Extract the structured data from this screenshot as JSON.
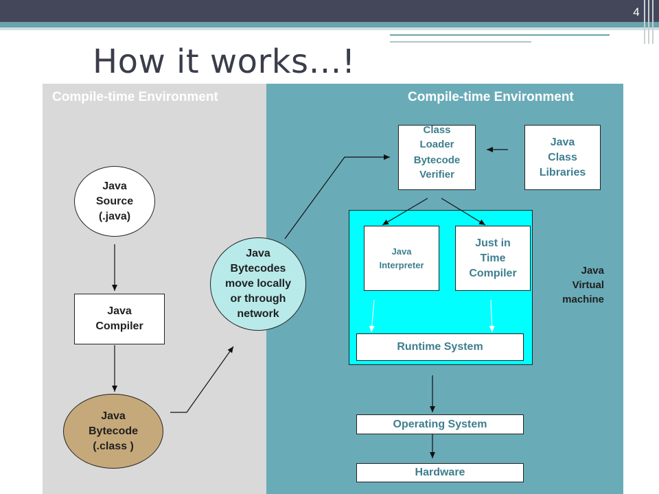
{
  "slide": {
    "page_number": "4",
    "title": "How it works…!"
  },
  "panels": {
    "left_header": "Compile-time Environment",
    "right_header": "Compile-time Environment"
  },
  "nodes": {
    "java_source": "Java\nSource\n(.java)",
    "java_compiler": "Java\nCompiler",
    "java_bytecode": "Java\nBytecode\n(.class )",
    "bytecodes_move": "Java\nBytecodes\nmove locally\nor through\nnetwork",
    "class_loader": "Class\nLoader",
    "bytecode_verifier": "Bytecode\nVerifier",
    "java_class_libraries": "Java\nClass\nLibraries",
    "java_interpreter": "Java\nInterpreter",
    "jit_compiler": "Just in\nTime\nCompiler",
    "java_virtual_machine": "Java\nVirtual\nmachine",
    "runtime_system": "Runtime System",
    "operating_system": "Operating System",
    "hardware": "Hardware"
  },
  "colors": {
    "left_panel": "#d9d9d9",
    "right_panel": "#6aabb8",
    "jvm_area": "#00ffff",
    "bytecode_node": "#c6a97a",
    "bytecodes_move_node": "#b8eaea",
    "text_accent": "#3d7e8e"
  }
}
